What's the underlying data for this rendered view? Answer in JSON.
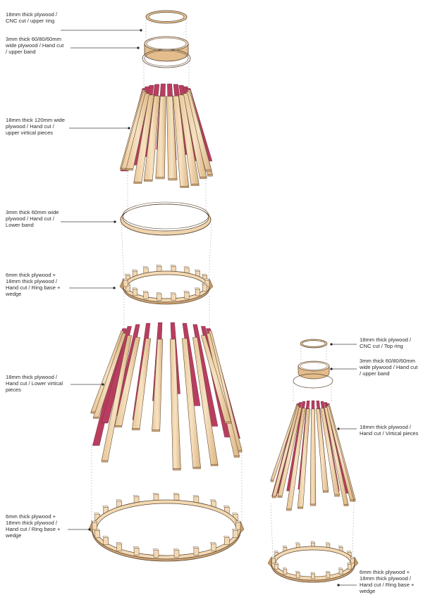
{
  "labels": {
    "large_upper_ring": [
      "18mm thick plywood /",
      "CNC cut / upper ring"
    ],
    "large_upper_band": [
      "3mm thick 60/80/60mm",
      "wide plywood / Hand cut",
      "/ upper band"
    ],
    "large_upper_vertical": [
      "18mm thick 120mm wide",
      "plywood / Hand cut /",
      "upper virtical pieces"
    ],
    "large_lower_band": [
      "3mm thick 60mm wide",
      "plywood / Hand cut /",
      "Lower band"
    ],
    "large_mid_ring_base": [
      "6mm thick plywood +",
      "18mm thick plywood /",
      "Hand cut / Ring base +",
      "wedge"
    ],
    "large_lower_vertical": [
      "18mm thick plywood /",
      "Hand cut / Lower virtical",
      "pieces"
    ],
    "large_bottom_ring_base": [
      "6mm thick plywood +",
      "18mm thick plywood /",
      "Hand cut / Ring base +",
      "wedge"
    ],
    "small_top_ring": [
      "18mm thick plywood /",
      "CNC cut / Top ring"
    ],
    "small_upper_band": [
      "3mm thick 60/80/60mm",
      "wide plywood / Hand cut",
      "/ upper band"
    ],
    "small_vertical": [
      "18mm thick plywood /",
      "Hand cut / Virtical pieces"
    ],
    "small_ring_base": [
      "6mm thick plywood +",
      "18mm thick plywood /",
      "Hand cut / Ring base +",
      "wedge"
    ]
  },
  "colors": {
    "wood_face": "#f3d9b3",
    "wood_edge": "#d4a877",
    "wood_outline": "#5a4632",
    "stain_red": "#b83e5f",
    "leader": "#444444",
    "dotted": "#9a9a9a"
  }
}
